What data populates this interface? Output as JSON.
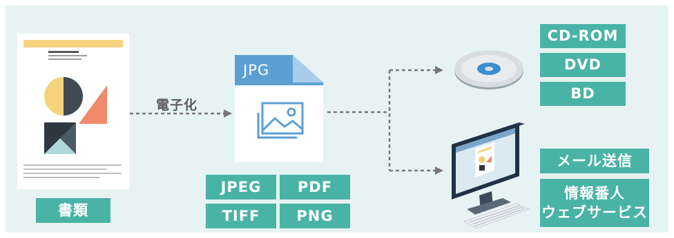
{
  "document_label": "書類",
  "digitize_label": "電子化",
  "file_ext_label": "JPG",
  "formats": [
    "JPEG",
    "PDF",
    "TIFF",
    "PNG"
  ],
  "media": [
    "CD-ROM",
    "DVD",
    "BD"
  ],
  "online": {
    "email": "メール送信",
    "service_line1": "情報番人",
    "service_line2": "ウェブサービス"
  },
  "colors": {
    "teal": "#49b3a6",
    "panel_bg": "#e7f3f2",
    "file_blue": "#5b9fd4",
    "arrow_gray": "#777777"
  }
}
